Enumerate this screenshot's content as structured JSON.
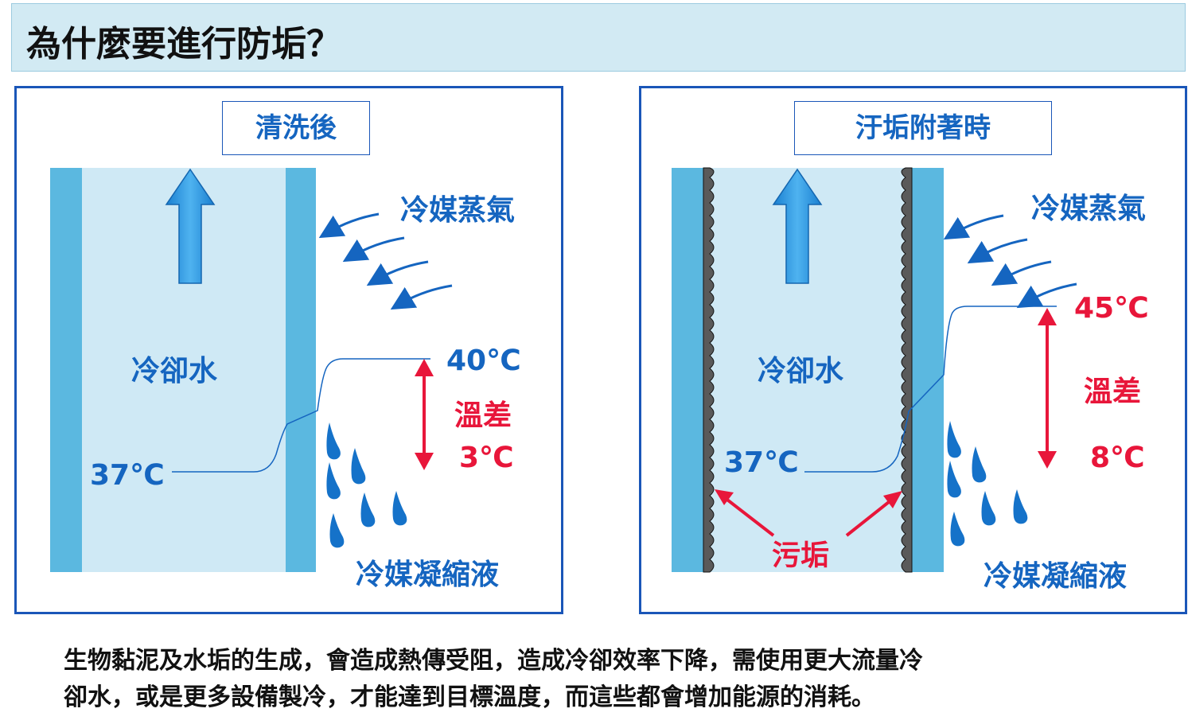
{
  "title": "為什麼要進行防垢？",
  "left_panel": {
    "title": "清洗後",
    "refrigerant_vapor": "冷媒蒸氣",
    "cooling_water": "冷卻水",
    "temp_high": "40℃",
    "temp_diff_label": "溫差",
    "temp_diff_value": "3℃",
    "water_temp": "37℃",
    "condensate": "冷媒凝縮液"
  },
  "right_panel": {
    "title": "汙垢附著時",
    "refrigerant_vapor": "冷媒蒸氣",
    "cooling_water": "冷卻水",
    "temp_high": "45℃",
    "temp_diff_label": "溫差",
    "temp_diff_value": "8℃",
    "water_temp": "37℃",
    "fouling_label": "污垢",
    "condensate": "冷媒凝縮液"
  },
  "caption": {
    "line1": "生物黏泥及水垢的生成，會造成熱傳受阻，造成冷卻效率下降，需使用更大流量冷",
    "line2": "卻水，或是更多設備製冷，才能達到目標溫度，而這些都會增加能源的消耗。"
  },
  "colors": {
    "accent_blue": "#1565c0",
    "accent_red": "#e8163a",
    "wall_blue": "#5bb8e0",
    "water_light": "#cfe9f5",
    "title_bar": "#d2eaf3"
  },
  "icons": [
    "up-arrow-icon",
    "vapor-arrow-icon",
    "droplet-icon",
    "double-arrow-icon"
  ]
}
